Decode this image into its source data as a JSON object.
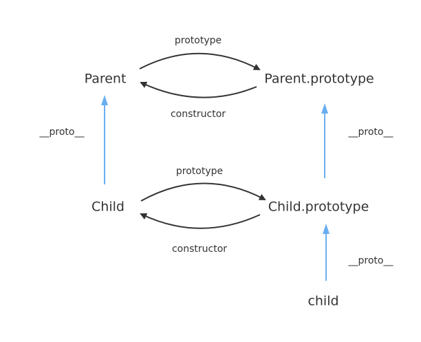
{
  "nodes": {
    "parent": "Parent",
    "parent_prototype": "Parent.prototype",
    "child": "Child",
    "child_prototype": "Child.prototype",
    "child_instance": "child"
  },
  "edge_labels": {
    "parent_prototype": "prototype",
    "parent_constructor": "constructor",
    "child_prototype": "prototype",
    "child_constructor": "constructor",
    "child_proto": "__proto__",
    "child_prototype_proto": "__proto__",
    "instance_proto": "__proto__"
  },
  "colors": {
    "curve": "#333333",
    "proto_arrow": "#6aaef0",
    "text": "#333333"
  }
}
